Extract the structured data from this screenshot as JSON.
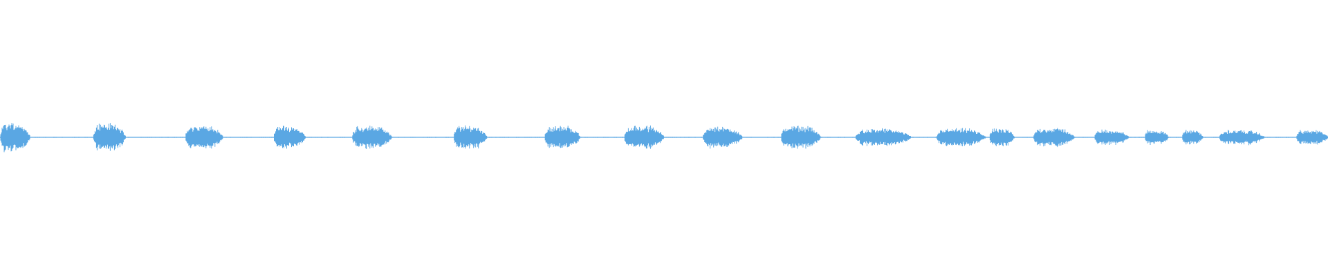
{
  "waveform": {
    "color": "#5aa7e3",
    "background": "#ffffff",
    "baseline_amplitude": 0.006,
    "peak_amplitude_max": 1.0,
    "segments": [
      {
        "start": 0.0,
        "end": 0.0225,
        "amplitude": 1.0
      },
      {
        "start": 0.07,
        "end": 0.0945,
        "amplitude": 0.96
      },
      {
        "start": 0.1395,
        "end": 0.168,
        "amplitude": 0.8
      },
      {
        "start": 0.206,
        "end": 0.23,
        "amplitude": 0.78
      },
      {
        "start": 0.265,
        "end": 0.295,
        "amplitude": 0.78
      },
      {
        "start": 0.3415,
        "end": 0.367,
        "amplitude": 0.78
      },
      {
        "start": 0.41,
        "end": 0.437,
        "amplitude": 0.78
      },
      {
        "start": 0.47,
        "end": 0.5,
        "amplitude": 0.78
      },
      {
        "start": 0.529,
        "end": 0.559,
        "amplitude": 0.72
      },
      {
        "start": 0.588,
        "end": 0.618,
        "amplitude": 0.78
      },
      {
        "start": 0.644,
        "end": 0.686,
        "amplitude": 0.58
      },
      {
        "start": 0.705,
        "end": 0.742,
        "amplitude": 0.6
      },
      {
        "start": 0.745,
        "end": 0.764,
        "amplitude": 0.58
      },
      {
        "start": 0.778,
        "end": 0.809,
        "amplitude": 0.65
      },
      {
        "start": 0.824,
        "end": 0.85,
        "amplitude": 0.52
      },
      {
        "start": 0.862,
        "end": 0.88,
        "amplitude": 0.5
      },
      {
        "start": 0.89,
        "end": 0.906,
        "amplitude": 0.5
      },
      {
        "start": 0.918,
        "end": 0.952,
        "amplitude": 0.5
      },
      {
        "start": 0.976,
        "end": 1.0,
        "amplitude": 0.5
      }
    ]
  }
}
